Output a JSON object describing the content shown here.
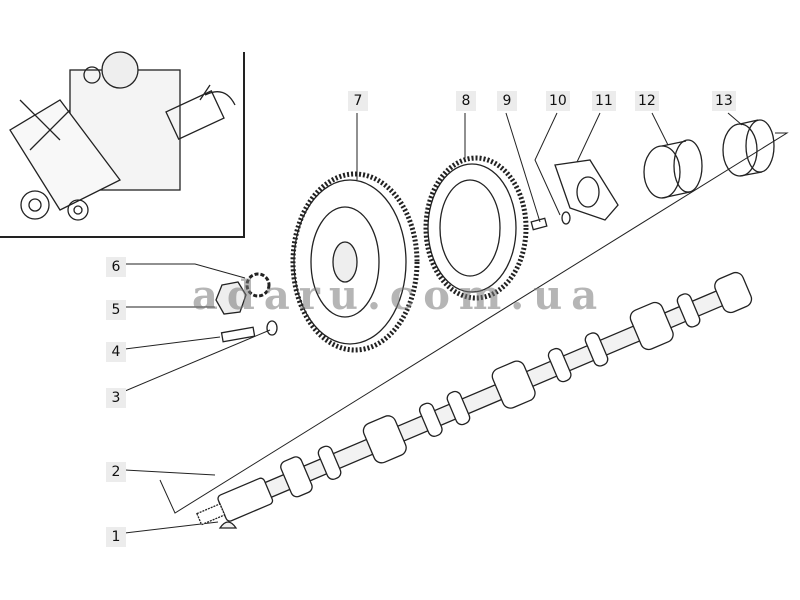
{
  "diagram": {
    "watermark": "adaru.com.ua",
    "callouts": [
      "1",
      "2",
      "3",
      "4",
      "5",
      "6",
      "7",
      "8",
      "9",
      "10",
      "11",
      "12",
      "13"
    ]
  }
}
